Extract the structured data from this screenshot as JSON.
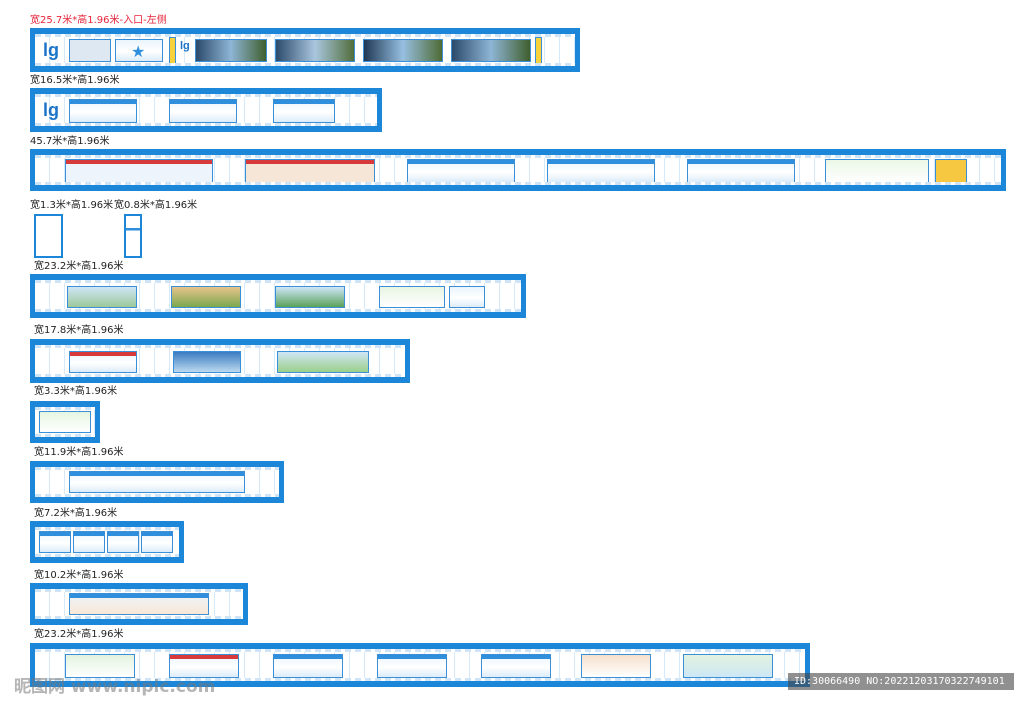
{
  "labels": [
    "宽25.7米*高1.96米-入口-左侧",
    "宽16.5米*高1.96米",
    "45.7米*高1.96米",
    "宽1.3米*高1.96米",
    "宽0.8米*高1.96米",
    "宽23.2米*高1.96米",
    "宽17.8米*高1.96米",
    "宽3.3米*高1.96米",
    "宽11.9米*高1.96米",
    "宽7.2米*高1.96米",
    "宽10.2米*高1.96米",
    "宽23.2米*高1.96米"
  ],
  "logo_text": "lg",
  "colors": {
    "frame_blue": "#1c86d8",
    "title_red": "#e8243a",
    "board_border": "#3b8fd6"
  },
  "watermark": "昵图网 www.nipic.com",
  "image_id": "ID:30066490 NO:20221203170322749101"
}
